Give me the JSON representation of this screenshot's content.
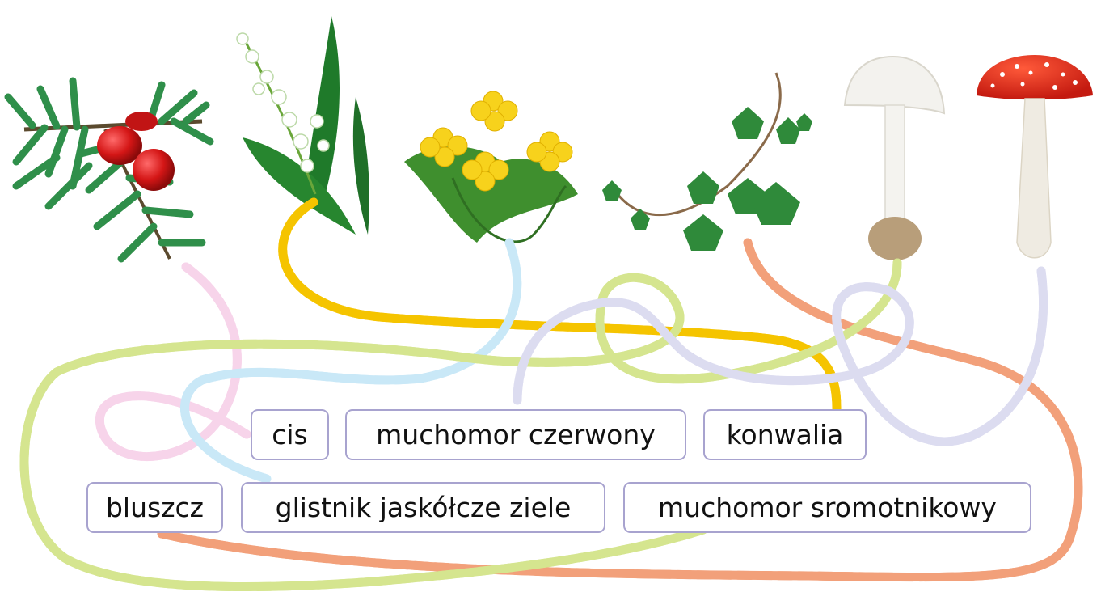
{
  "labels": {
    "cis": "cis",
    "muchomor_czerwony": "muchomor czerwony",
    "konwalia": "konwalia",
    "bluszcz": "bluszcz",
    "glistnik": "glistnik jaskółcze ziele",
    "muchomor_sromotnikowy": "muchomor sromotnikowy"
  },
  "items": [
    {
      "picture": "yew-branch",
      "label": "cis",
      "line_color": "#f7d4ea"
    },
    {
      "picture": "lily-of-the-valley",
      "label": "konwalia",
      "line_color": "#f5c400"
    },
    {
      "picture": "celandine",
      "label": "glistnik jaskółcze ziele",
      "line_color": "#c9e8f7"
    },
    {
      "picture": "ivy",
      "label": "bluszcz",
      "line_color": "#f2a07a"
    },
    {
      "picture": "death-cap-mushroom",
      "label": "muchomor sromotnikowy",
      "line_color": "#d5e58f"
    },
    {
      "picture": "fly-agaric-mushroom",
      "label": "muchomor czerwony",
      "line_color": "#dcdcf0"
    }
  ],
  "colors": {
    "dash": "#1b1a6b",
    "label_border": "#a8a3cf"
  }
}
